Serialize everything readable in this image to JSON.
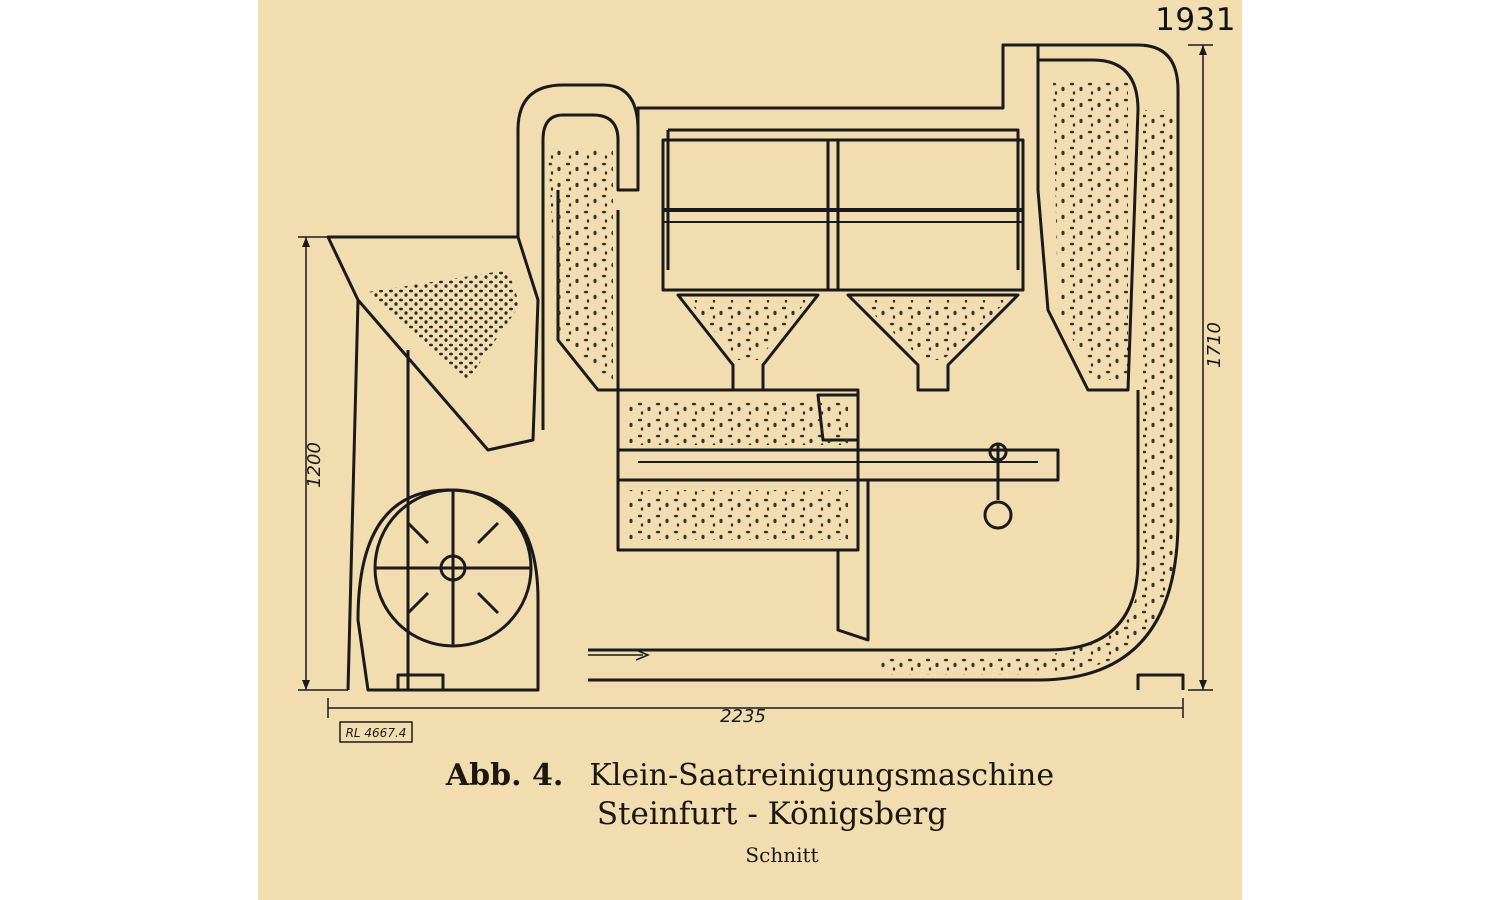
{
  "year": "1931",
  "caption": {
    "figure_label": "Abb. 4.",
    "title": "Klein-Saatreinigungsmaschine",
    "subtitle": "Steinfurt - Königsberg",
    "note": "Schnitt"
  },
  "dimensions": {
    "height_left": "1200",
    "height_right": "1710",
    "width": "2235"
  },
  "stamp": "RL 4667.4",
  "colors": {
    "paper": "#f1ddb0",
    "ink": "#1a1a1a"
  }
}
